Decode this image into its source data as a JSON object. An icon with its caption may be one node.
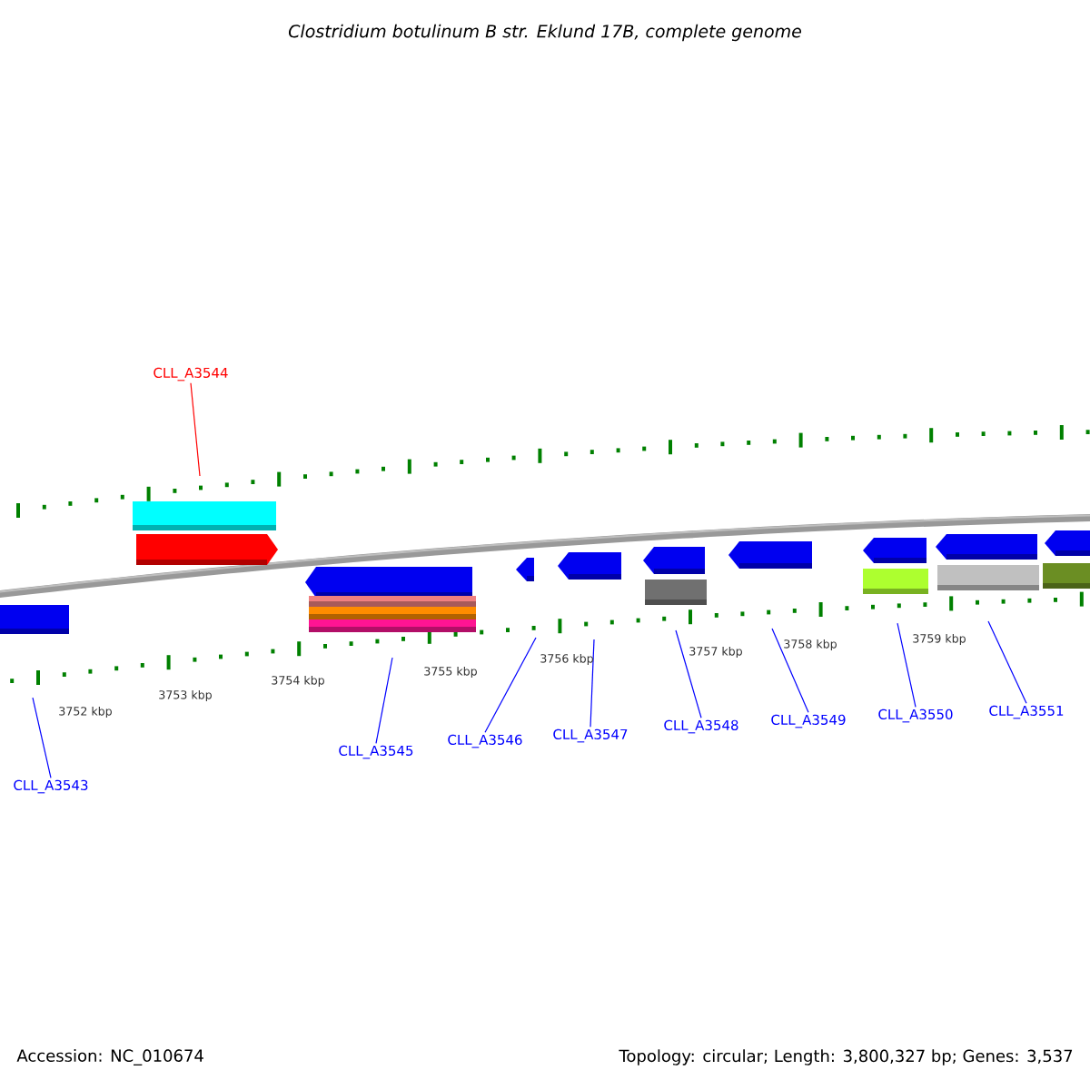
{
  "diagram": {
    "title": "Clostridium botulinum B str. Eklund 17B, complete genome",
    "nodes": [
      {
        "text": [
          "CLL_A3543"
        ]
      },
      {
        "text": [
          "CLL_A3544"
        ]
      },
      {
        "text": [
          "CLL_A3545"
        ]
      },
      {
        "text": [
          "CLL_A3546"
        ]
      },
      {
        "text": [
          "CLL_A3547"
        ]
      },
      {
        "text": [
          "CLL_A3548"
        ]
      },
      {
        "text": [
          "CLL_A3549"
        ]
      },
      {
        "text": [
          "CLL_A3550"
        ]
      },
      {
        "text": [
          "CLL_A3551"
        ]
      }
    ],
    "edges": [
      {
        "from": 0,
        "to": null,
        "arrow": "none"
      },
      {
        "from": 1,
        "to": null,
        "arrow": "none",
        "color": "#ff0000"
      },
      {
        "from": 2,
        "to": null,
        "arrow": "none"
      },
      {
        "from": 3,
        "to": null,
        "arrow": "none"
      },
      {
        "from": 4,
        "to": null,
        "arrow": "none"
      },
      {
        "from": 5,
        "to": null,
        "arrow": "none"
      },
      {
        "from": 6,
        "to": null,
        "arrow": "none"
      },
      {
        "from": 7,
        "to": null,
        "arrow": "none"
      },
      {
        "from": 8,
        "to": null,
        "arrow": "none"
      }
    ],
    "labels": [
      "3752 kbp",
      "3753 kbp",
      "3754 kbp",
      "3755 kbp",
      "3756 kbp",
      "3757 kbp",
      "3758 kbp",
      "3759 kbp",
      "Accession: NC_010674",
      "Topology: circular; Length: 3,800,327 bp; Genes: 3,537"
    ]
  }
}
